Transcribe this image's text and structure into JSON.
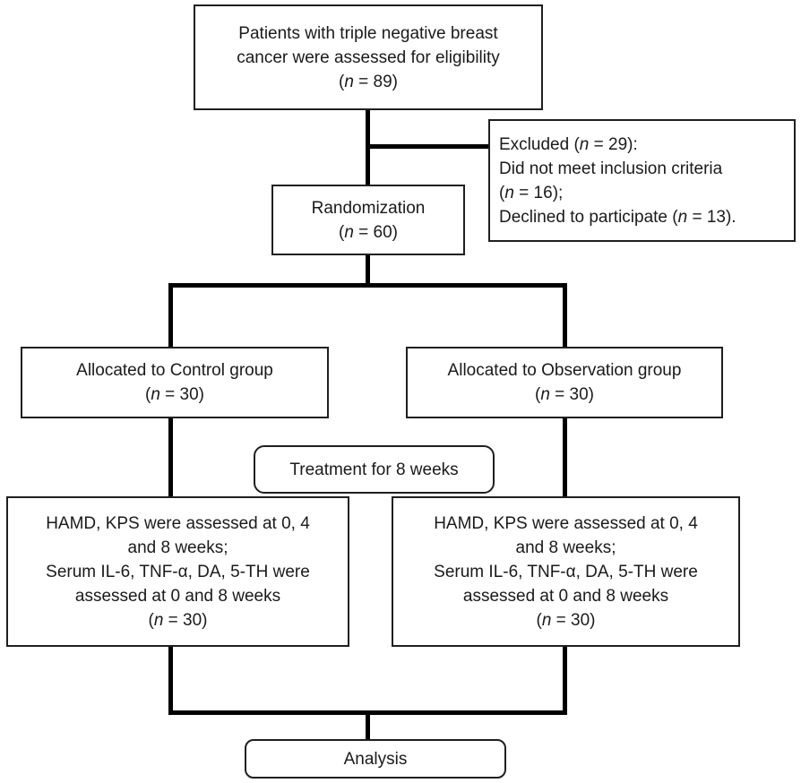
{
  "colors": {
    "background": "#ffffff",
    "box_border": "#1f1f1f",
    "connector": "#000000",
    "text": "#1a1a1a"
  },
  "boxes": {
    "eligibility": {
      "lines": [
        [
          {
            "t": "Patients with triple negative breast"
          }
        ],
        [
          {
            "t": "cancer were assessed for eligibility"
          }
        ],
        [
          {
            "t": "("
          },
          {
            "t": "n",
            "i": true
          },
          {
            "t": " = 89)"
          }
        ]
      ]
    },
    "excluded": {
      "lines": [
        [
          {
            "t": "Excluded ("
          },
          {
            "t": "n",
            "i": true
          },
          {
            "t": " = 29):"
          }
        ],
        [
          {
            "t": "Did not meet inclusion criteria"
          }
        ],
        [
          {
            "t": "("
          },
          {
            "t": "n",
            "i": true
          },
          {
            "t": " = 16);"
          }
        ],
        [
          {
            "t": "Declined to participate ("
          },
          {
            "t": "n",
            "i": true
          },
          {
            "t": " = 13)."
          }
        ]
      ]
    },
    "randomization": {
      "lines": [
        [
          {
            "t": "Randomization"
          }
        ],
        [
          {
            "t": "("
          },
          {
            "t": "n",
            "i": true
          },
          {
            "t": " = 60)"
          }
        ]
      ]
    },
    "control_allocation": {
      "lines": [
        [
          {
            "t": "Allocated to Control group"
          }
        ],
        [
          {
            "t": "("
          },
          {
            "t": "n",
            "i": true
          },
          {
            "t": " = 30)"
          }
        ]
      ]
    },
    "observation_allocation": {
      "lines": [
        [
          {
            "t": "Allocated to Observation group"
          }
        ],
        [
          {
            "t": "("
          },
          {
            "t": "n",
            "i": true
          },
          {
            "t": " = 30)"
          }
        ]
      ]
    },
    "treatment": {
      "lines": [
        [
          {
            "t": "Treatment for 8 weeks"
          }
        ]
      ]
    },
    "control_assessment": {
      "lines": [
        [
          {
            "t": "HAMD, KPS were assessed at 0, 4"
          }
        ],
        [
          {
            "t": "and 8 weeks;"
          }
        ],
        [
          {
            "t": "Serum IL-6, TNF-α, DA, 5-TH were"
          }
        ],
        [
          {
            "t": "assessed at 0 and 8 weeks"
          }
        ],
        [
          {
            "t": "("
          },
          {
            "t": "n",
            "i": true
          },
          {
            "t": " = 30)"
          }
        ]
      ]
    },
    "observation_assessment": {
      "lines": [
        [
          {
            "t": "HAMD, KPS were assessed at 0, 4"
          }
        ],
        [
          {
            "t": "and 8 weeks;"
          }
        ],
        [
          {
            "t": "Serum IL-6, TNF-α, DA, 5-TH were"
          }
        ],
        [
          {
            "t": "assessed at 0 and 8 weeks"
          }
        ],
        [
          {
            "t": "("
          },
          {
            "t": "n",
            "i": true
          },
          {
            "t": " = 30)"
          }
        ]
      ]
    },
    "analysis": {
      "lines": [
        [
          {
            "t": "Analysis"
          }
        ]
      ]
    }
  }
}
